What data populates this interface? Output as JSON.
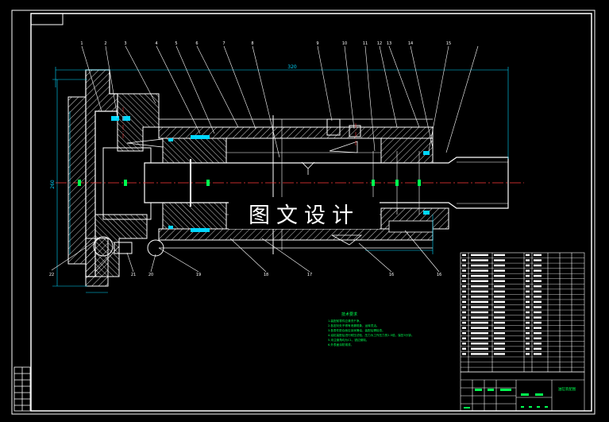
{
  "watermark": "图文设计",
  "part_numbers_top": [
    "1",
    "2",
    "3",
    "4",
    "5",
    "6",
    "7",
    "8",
    "9",
    "10",
    "11",
    "12",
    "13",
    "14",
    "15"
  ],
  "part_numbers_bottom": [
    "22",
    "21",
    "20",
    "19",
    "18",
    "17",
    "16"
  ],
  "bottom_right_label": "16",
  "dim_overall_top": "320",
  "dim_left_height": "260",
  "tech_requirements_title": "技术要求",
  "tech_requirements_lines": [
    "1.装配前零件应清洗干净。",
    "2.各密封处不得有泄漏现象，运转灵活。",
    "3.各零件配合面应涂润滑油，装配后需检查。",
    "4.油缸装配后进行耐压试验，压力为工作压力的1.5倍，保压5分钟。",
    "5.未注倒角均为C1，锐边倒钝。",
    "6.外表面涂防锈漆。"
  ],
  "title_block_label": "油缸装配图",
  "colors": {
    "frame": "#ffffff",
    "hatch": "#ffffff",
    "centerline": "#ff3b3b",
    "dimension": "#00d7ff",
    "part": "#00ff50",
    "seal": "#00d7ff",
    "yellow_line": "#ffd400"
  }
}
